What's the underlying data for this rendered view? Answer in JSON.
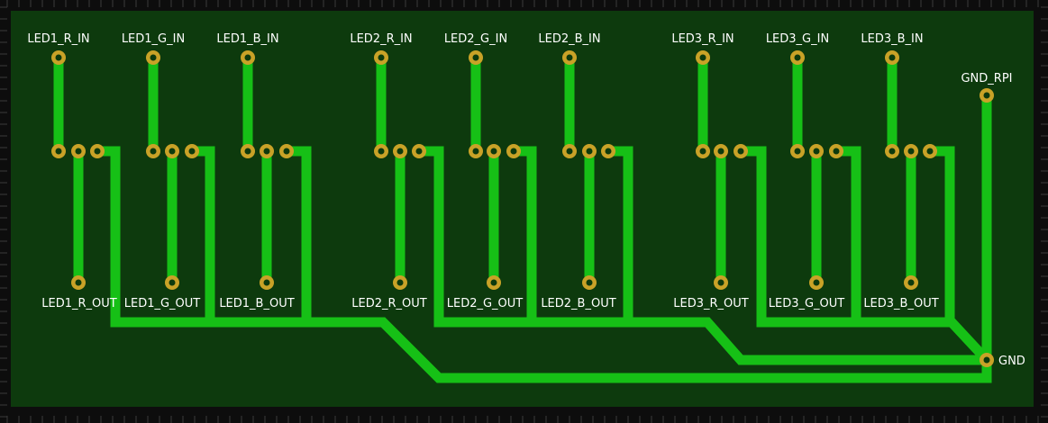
{
  "board": {
    "colors": {
      "background": "#0d0d0d",
      "board": "#0d3a0d",
      "trace": "#16c016",
      "pad": "#c9a227",
      "label": "#ffffff",
      "grid": "#3a3a3a"
    },
    "input_labels": [
      "LED1_R_IN",
      "LED1_G_IN",
      "LED1_B_IN",
      "LED2_R_IN",
      "LED2_G_IN",
      "LED2_B_IN",
      "LED3_R_IN",
      "LED3_G_IN",
      "LED3_B_IN"
    ],
    "output_labels": [
      "LED1_R_OUT",
      "LED1_G_OUT",
      "LED1_B_OUT",
      "LED2_R_OUT",
      "LED2_G_OUT",
      "LED2_B_OUT",
      "LED3_R_OUT",
      "LED3_G_OUT",
      "LED3_B_OUT"
    ],
    "gnd_rpi_label": "GND_RPI",
    "gnd_label": "GND"
  }
}
